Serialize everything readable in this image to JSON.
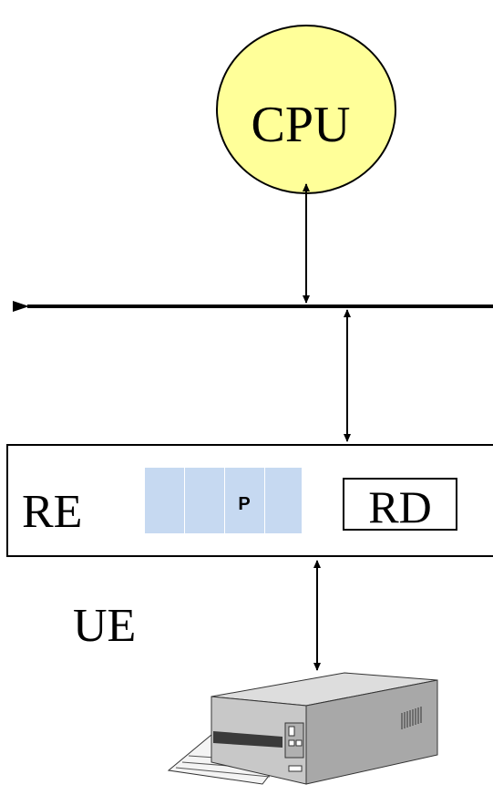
{
  "cpu": {
    "label": "CPU",
    "fill": "#FFFF99"
  },
  "controller": {
    "left_label": "RE",
    "register": {
      "label": "RD"
    },
    "buffer": {
      "cell_label": "P",
      "cell_count": 4,
      "fill": "#C6D9F1"
    }
  },
  "unit_label": "UE",
  "device": {
    "icon": "printer-icon"
  }
}
